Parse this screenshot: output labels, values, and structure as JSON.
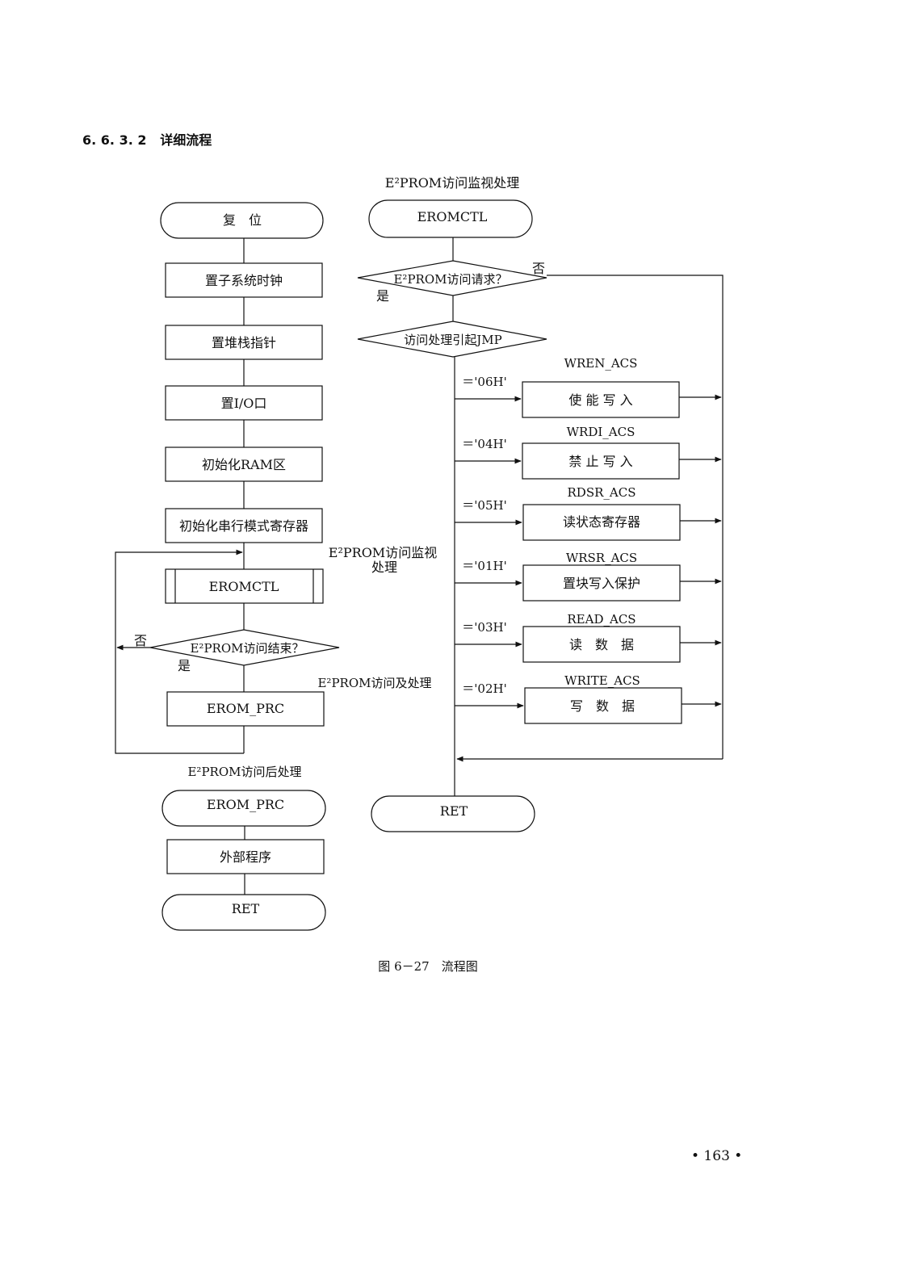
{
  "heading": "6. 6. 3. 2   详细流程",
  "left": {
    "start": "复　位",
    "steps": [
      "置子系统时钟",
      "置堆栈指针",
      "置I/O口",
      "初始化RAM区",
      "初始化串行模式寄存器"
    ],
    "subroutine": "EROMCTL",
    "subroutine_note": [
      "E²PROM访问监视",
      "处理"
    ],
    "decision": "E²PROM访问结束？",
    "no": "否",
    "yes": "是",
    "process_note": "E²PROM访问及处理",
    "process": "EROM_PRC"
  },
  "post": {
    "title": "E²PROM访问后处理",
    "start": "EROM_PRC",
    "step": "外部程序",
    "end": "RET"
  },
  "right": {
    "title": "E²PROM访问监视处理",
    "start": "EROMCTL",
    "decision1": "E²PROM访问请求？",
    "no": "否",
    "yes": "是",
    "decision2": "访问处理引起JMP",
    "branches": [
      {
        "code": "＝'06H'",
        "name": "WREN_ACS",
        "action": "使 能 写 入"
      },
      {
        "code": "＝'04H'",
        "name": "WRDI_ACS",
        "action": "禁 止 写 入"
      },
      {
        "code": "＝'05H'",
        "name": "RDSR_ACS",
        "action": "读状态寄存器"
      },
      {
        "code": "＝'01H'",
        "name": "WRSR_ACS",
        "action": "置块写入保护"
      },
      {
        "code": "＝'03H'",
        "name": "READ_ACS",
        "action": "读　数　据"
      },
      {
        "code": "＝'02H'",
        "name": "WRITE_ACS",
        "action": "写　数　据"
      }
    ],
    "end": "RET"
  },
  "caption": "图 6－27　流程图",
  "page_number": "• 163 •"
}
